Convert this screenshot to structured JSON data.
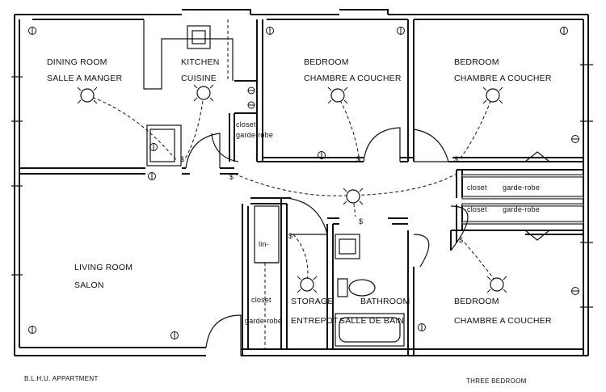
{
  "footer": {
    "left": "B.L.H.U. APPARTMENT",
    "right": "THREE BEDROOM"
  },
  "rooms": {
    "dining": {
      "line1": "DINING ROOM",
      "line2": "SALLE A MANGER"
    },
    "kitchen": {
      "line1": "KITCHEN",
      "line2": "CUISINE"
    },
    "bedroom1": {
      "line1": "BEDROOM",
      "line2": "CHAMBRE A COUCHER"
    },
    "bedroom2": {
      "line1": "BEDROOM",
      "line2": "CHAMBRE A COUCHER"
    },
    "bedroom3": {
      "line1": "BEDROOM",
      "line2": "CHAMBRE A COUCHER"
    },
    "living": {
      "line1": "LIVING ROOM",
      "line2": "SALON"
    },
    "storage": {
      "line1": "STORAGE",
      "line2": "ENTREPOT"
    },
    "bathroom": {
      "line1": "BATHROOM",
      "line2": "SALLE DE BAIN"
    },
    "linen": "lin-",
    "closet_kitchen": {
      "line1": "closet",
      "line2": "garde-robe"
    },
    "closet_hall_1": {
      "line1": "closet",
      "line2": "garde-robe"
    },
    "closet_hall_2": {
      "line1": "closet",
      "line2": "garde-robe"
    },
    "closet_living": {
      "line1": "closet",
      "line2": "garde-robe"
    }
  },
  "symbols": {
    "switch": "$",
    "outlet_icon": "outlet-icon",
    "light_icon": "ceiling-light-icon"
  }
}
